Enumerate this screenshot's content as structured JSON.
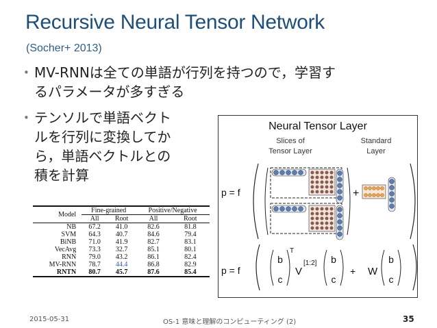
{
  "slide": {
    "title": "Recursive Neural Tensor Network",
    "subtitle": "(Socher+ 2013)",
    "bullets": [
      {
        "lines": [
          "MV-RNNは全ての単語が行列を持つので，学習す",
          "るパラメータが多すぎる"
        ]
      },
      {
        "lines": [
          "テンソルで単語ベクト",
          "ルを行列に変換してか",
          "ら，単語ベクトルとの",
          "積を計算"
        ]
      }
    ]
  },
  "diagram": {
    "title": "Neural Tensor Layer",
    "slices_label_1": "Slices of",
    "slices_label_2": "Tensor Layer",
    "standard_label_1": "Standard",
    "standard_label_2": "Layer",
    "p_eq_1": "p = f",
    "p_eq_2": "p = f",
    "plus_1": "+",
    "plus_2": "+",
    "b": "b",
    "c": "c",
    "V": "V",
    "V_sup": "[1:2]",
    "T": "T",
    "W": "W"
  },
  "table": {
    "header_groups": [
      "Fine-grained",
      "Positive/Negative"
    ],
    "col_model": "Model",
    "subheaders": [
      "All",
      "Root",
      "All",
      "Root"
    ],
    "rows": [
      [
        "NB",
        "67.2",
        "41.0",
        "82.6",
        "81.8"
      ],
      [
        "SVM",
        "64.3",
        "40.7",
        "84.6",
        "79.4"
      ],
      [
        "BiNB",
        "71.0",
        "41.9",
        "82.7",
        "83.1"
      ],
      [
        "VecAvg",
        "73.3",
        "32.7",
        "85.1",
        "80.1"
      ],
      [
        "RNN",
        "79.0",
        "43.2",
        "86.1",
        "82.4"
      ],
      [
        "MV-RNN",
        "78.7",
        "44.4",
        "86.8",
        "82.9"
      ],
      [
        "RNTN",
        "80.7",
        "45.7",
        "87.6",
        "85.4"
      ]
    ]
  },
  "footer": {
    "date": "2015-05-31",
    "course": "OS-1 意味と理解のコンピューティング (2)",
    "page": "35"
  },
  "colors": {
    "title": "#1f4e79",
    "node_blue": "#5b7fb5",
    "node_brown": "#8b5a4a",
    "node_orange": "#e8a25c"
  }
}
